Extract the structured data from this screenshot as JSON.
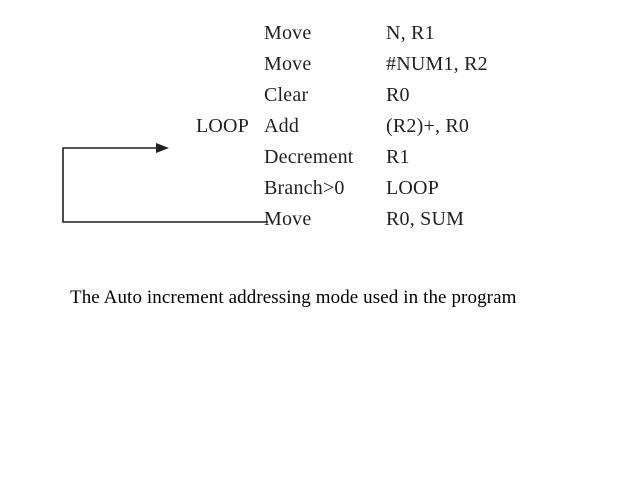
{
  "slide": {
    "caption": "The Auto increment addressing mode used in the program",
    "listing": [
      {
        "label": "",
        "op": "Move",
        "args": "N, R1"
      },
      {
        "label": "",
        "op": "Move",
        "args": "#NUM1, R2"
      },
      {
        "label": "",
        "op": "Clear",
        "args": "R0"
      },
      {
        "label": "LOOP",
        "op": "Add",
        "args": "(R2)+, R0"
      },
      {
        "label": "",
        "op": "Decrement",
        "args": "R1"
      },
      {
        "label": "",
        "op": "Branch>0",
        "args": "LOOP"
      },
      {
        "label": "",
        "op": "Move",
        "args": "R0, SUM"
      }
    ],
    "annotation": {
      "name": "loop-back-arrow",
      "color": "#231f20"
    }
  }
}
